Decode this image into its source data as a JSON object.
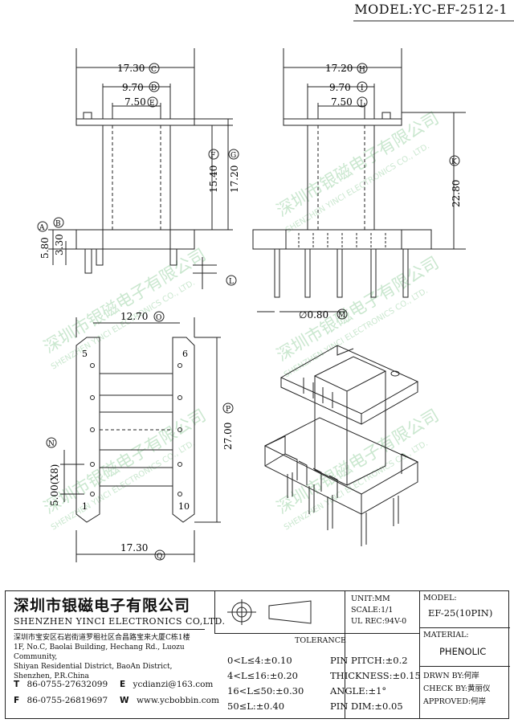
{
  "header": {
    "model": "MODEL:YC-EF-2512-1"
  },
  "dims": {
    "top_left": {
      "c": "17.30",
      "d": "9.70",
      "e": "7.50",
      "f": "15.40",
      "g": "17.20",
      "a": "5.80",
      "b": "3.30"
    },
    "top_right": {
      "h": "17.20",
      "i": "9.70",
      "j": "7.50",
      "k": "22.80",
      "m": "∅0.80"
    },
    "bottom": {
      "o": "12.70",
      "p": "27.00",
      "q": "17.30",
      "n": "5.00(X8)"
    },
    "circle_labels": {
      "a": "A",
      "b": "B",
      "c": "C",
      "d": "D",
      "e": "E",
      "f": "F",
      "g": "G",
      "h": "H",
      "i": "I",
      "j": "J",
      "k": "K",
      "l": "L",
      "m": "M",
      "n": "N",
      "o": "O",
      "p": "P",
      "q": "Q"
    },
    "pins": {
      "p1": "1",
      "p5": "5",
      "p6": "6",
      "p10": "10"
    }
  },
  "watermark": {
    "cn": "深圳市银磁电子有限公司",
    "en": "SHENZHEN YINCI ELECTRONICS CO., LTD."
  },
  "title_block": {
    "company_cn": "深圳市银磁电子有限公司",
    "company_en": "SHENZHEN YINCI ELECTRONICS CO,LTD.",
    "address_cn": "深圳市宝安区石岩街道罗租社区合昌路宝来大厦C栋1楼",
    "address_en_1": "1F, No.C, Baolai Building, Hechang Rd., Luozu Community,",
    "address_en_2": "Shiyan Residential District, BaoAn District,",
    "address_en_3": "Shenzhen, P.R.China",
    "tel_label": "T",
    "tel": "86-0755-27632099",
    "fax_label": "F",
    "fax": "86-0755-26819697",
    "email_label": "E",
    "email": "ycdianzi@163.com",
    "web_label": "W",
    "web": "www.ycbobbin.com",
    "unit": "UNIT:MM",
    "scale": "SCALE:1/1",
    "ul": "UL REC:94V-0",
    "tolerance_title": "TOLERANCE",
    "tolerances": [
      "0<L≤4:±0.10",
      "4<L≤16:±0.20",
      "16<L≤50:±0.30",
      "50≤L:±0.40"
    ],
    "tolerances_right": [
      "PIN PITCH:±0.2",
      "THICKNESS:±0.15",
      "ANGLE:±1°",
      "PIN DIM:±0.05"
    ],
    "model_label": "MODEL:",
    "model_value": "EF-25(10PIN)",
    "material_label": "MATERIAL:",
    "material_value": "PHENOLIC",
    "drawn": "DRWN BY:何岸",
    "check": "CHECK BY:黄丽仪",
    "approved": "APPROVED:何岸"
  }
}
